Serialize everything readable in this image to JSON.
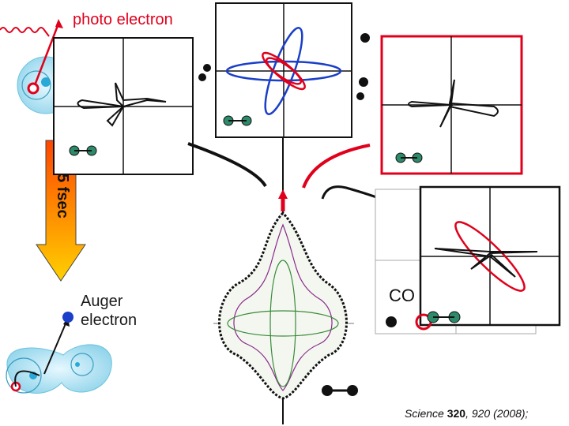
{
  "labels": {
    "photo_electron": "photo electron",
    "time": "5 fsec",
    "auger_line1": "Auger",
    "auger_line2": "electron",
    "molecule": "CO",
    "citation_journal": "Science",
    "citation_volume": "320",
    "citation_rest": ", 920 (2008);"
  },
  "colors": {
    "photo_arrow": "#e0001b",
    "auger_dot": "#1a3fc8",
    "lobe_red": "#e0001b",
    "lobe_blue": "#1a3fc8",
    "frame_highlight": "#e0001b",
    "orbital_fill": "#9fdcef",
    "arrow_top": "#ff6a00",
    "arrow_bottom": "#ffd000"
  }
}
